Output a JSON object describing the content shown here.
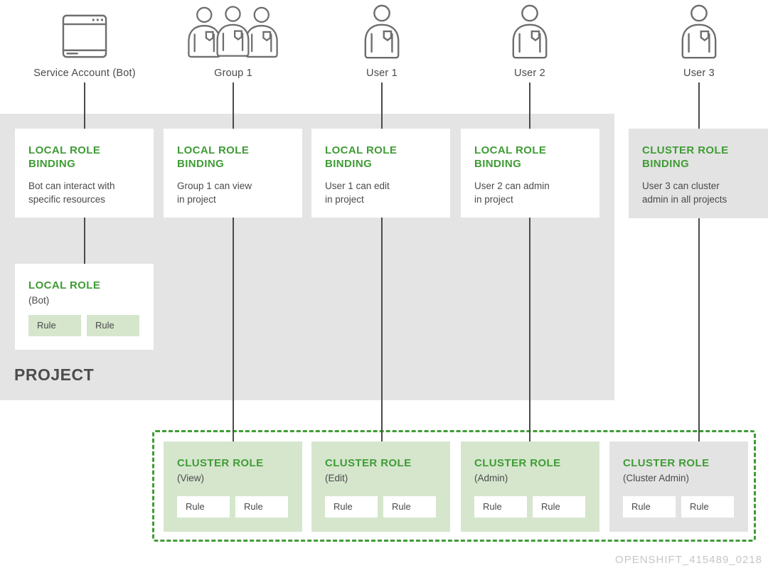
{
  "colors": {
    "green": "#3f9c35",
    "light_green": "#d5e6cd",
    "project_gray": "#e4e4e4",
    "card_gray": "#e3e3e3",
    "text": "#4a4a4a",
    "watermark": "#c6c6c6"
  },
  "actors": [
    {
      "label": "Service Account (Bot)",
      "icon": "service-account-icon"
    },
    {
      "label": "Group 1",
      "icon": "group-icon"
    },
    {
      "label": "User 1",
      "icon": "user-icon"
    },
    {
      "label": "User 2",
      "icon": "user-icon"
    },
    {
      "label": "User 3",
      "icon": "user-icon"
    }
  ],
  "role_bindings": [
    {
      "title": "LOCAL ROLE\nBINDING",
      "description": "Bot can interact with\nspecific resources"
    },
    {
      "title": "LOCAL ROLE\nBINDING",
      "description": "Group 1 can view\nin project"
    },
    {
      "title": "LOCAL ROLE\nBINDING",
      "description": "User 1 can edit\nin project"
    },
    {
      "title": "LOCAL ROLE\nBINDING",
      "description": "User 2 can admin\nin project"
    },
    {
      "title": "CLUSTER ROLE\nBINDING",
      "description": "User 3 can cluster\nadmin in all projects"
    }
  ],
  "local_role": {
    "title": "LOCAL ROLE",
    "subtitle": "(Bot)",
    "rules": [
      "Rule",
      "Rule"
    ]
  },
  "cluster_roles": [
    {
      "title": "CLUSTER ROLE",
      "subtitle": "(View)",
      "rules": [
        "Rule",
        "Rule"
      ]
    },
    {
      "title": "CLUSTER ROLE",
      "subtitle": "(Edit)",
      "rules": [
        "Rule",
        "Rule"
      ]
    },
    {
      "title": "CLUSTER ROLE",
      "subtitle": "(Admin)",
      "rules": [
        "Rule",
        "Rule"
      ]
    },
    {
      "title": "CLUSTER ROLE",
      "subtitle": "(Cluster Admin)",
      "rules": [
        "Rule",
        "Rule"
      ]
    }
  ],
  "project_label": "PROJECT",
  "watermark": "OPENSHIFT_415489_0218"
}
